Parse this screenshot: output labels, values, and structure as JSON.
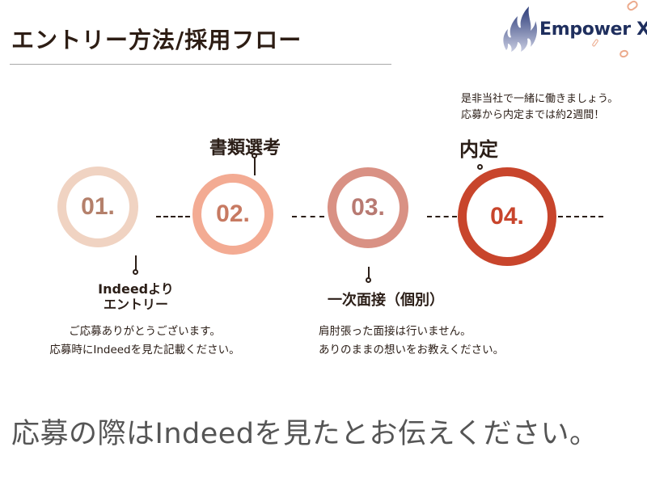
{
  "header": {
    "title": "エントリー方法/採用フロー",
    "logo_text": "Empower X",
    "logo_icon": "flame-icon"
  },
  "colors": {
    "title": "#2d1d14",
    "logo_text": "#1f2f5e",
    "step1": "#f0d3c2",
    "step2": "#f3ab93",
    "step3": "#d99184",
    "step4": "#c8452c",
    "accent_deco": "#ecaa8c"
  },
  "steps": [
    {
      "number": "01.",
      "label_line1": "Indeedより",
      "label_line2": "エントリー",
      "color": "#f0d3c2",
      "text_color": "#b4806b"
    },
    {
      "number": "02.",
      "label": "書類選考",
      "color": "#f3ab93",
      "text_color": "#c77a62"
    },
    {
      "number": "03.",
      "label": "一次面接（個別）",
      "color": "#d99184",
      "text_color": "#b87a72"
    },
    {
      "number": "04.",
      "label": "内定",
      "color": "#c8452c",
      "text_color": "#c8452c"
    }
  ],
  "descriptions": {
    "step1": [
      "ご応募ありがとうございます。",
      "応募時にIndeedを見た記載ください。"
    ],
    "step3": [
      "肩肘張った面接は行いません。",
      "ありのままの想いをお教えください。"
    ],
    "step4": [
      "是非当社で一緒に働きましょう。",
      "応募から内定までは約2週間！"
    ]
  },
  "footer": {
    "note": "応募の際はIndeedを見たとお伝えください。"
  }
}
